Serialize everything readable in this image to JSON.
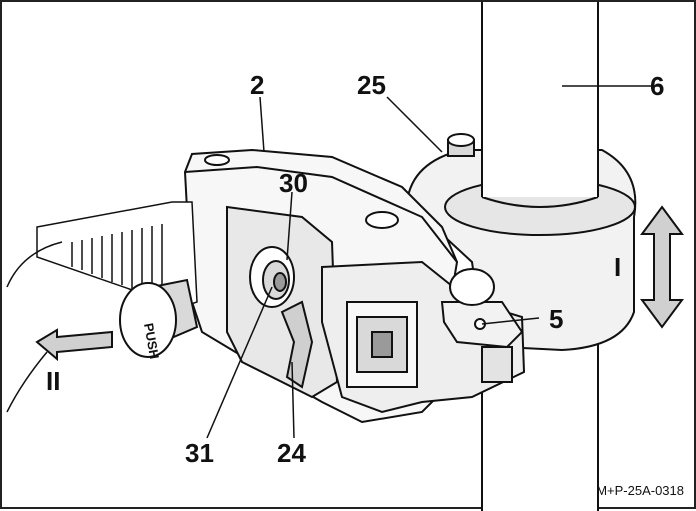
{
  "labels": {
    "part_2": "2",
    "part_25": "25",
    "part_6": "6",
    "part_30": "30",
    "part_5": "5",
    "part_31": "31",
    "part_24": "24",
    "direction_I": "I",
    "direction_II": "II"
  },
  "button_text": "PUSH",
  "reference_code": "M+P-25A-0318",
  "colors": {
    "line": "#111111",
    "light_fill": "#f2f2f2",
    "mid_fill": "#d9d9d9",
    "dark_fill": "#9a9a9a",
    "arrow_fill": "#d0d0d0"
  }
}
